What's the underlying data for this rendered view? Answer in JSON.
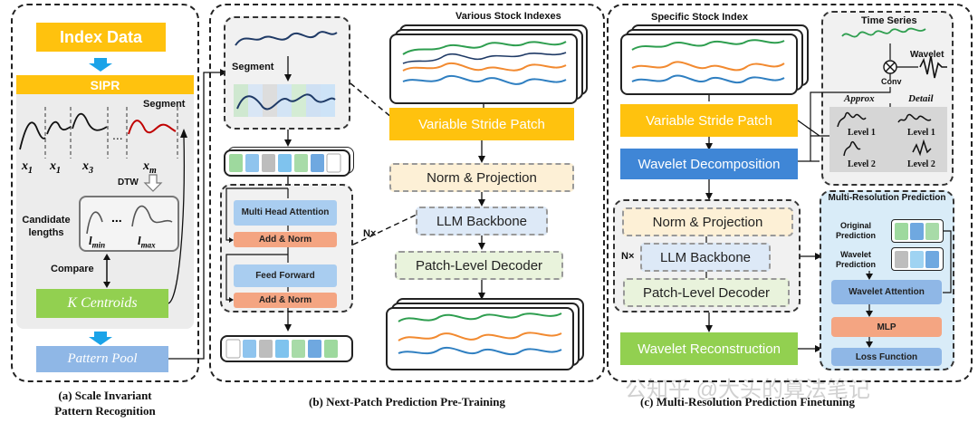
{
  "panel_a": {
    "index_data": "Index Data",
    "sipr": "SIPR",
    "segment": "Segment",
    "x_labels": [
      "x",
      "x",
      "x",
      "x"
    ],
    "x_subs": [
      "1",
      "1",
      "3",
      "m"
    ],
    "dots": "...",
    "dtw": "DTW",
    "candidate_lengths": "Candidate lengths",
    "l_min": "l",
    "l_min_sub": "min",
    "l_max": "l",
    "l_max_sub": "max",
    "compare": "Compare",
    "k_centroids": "K Centroids",
    "pattern_pool": "Pattern Pool",
    "caption_line1": "(a) Scale Invariant",
    "caption_line2": "Pattern Recognition"
  },
  "panel_b": {
    "various_indexes": "Various Stock Indexes",
    "segment": "Segment",
    "multi_head": "Multi Head Attention",
    "add_norm_1": "Add & Norm",
    "feed_forward": "Feed Forward",
    "add_norm_2": "Add & Norm",
    "nx": "N×",
    "variable_stride": "Variable Stride Patch",
    "norm_projection": "Norm & Projection",
    "llm_backbone": "LLM Backbone",
    "patch_decoder": "Patch-Level Decoder",
    "caption": "(b) Next-Patch Prediction Pre-Training"
  },
  "panel_c": {
    "specific_index": "Specific Stock Index",
    "variable_stride": "Variable Stride Patch",
    "wavelet_decomposition": "Wavelet Decomposition",
    "norm_projection": "Norm & Projection",
    "nx": "N×",
    "llm_backbone": "LLM Backbone",
    "patch_decoder": "Patch-Level Decoder",
    "wavelet_reconstruction": "Wavelet Reconstruction",
    "time_series": "Time Series",
    "wavelet": "Wavelet",
    "conv": "Conv",
    "approx": "Approx",
    "detail": "Detail",
    "level1_a": "Level 1",
    "level1_b": "Level 1",
    "level2_a": "Level 2",
    "level2_b": "Level 2",
    "mrp_title": "Multi-Resolution Prediction",
    "original_prediction": "Original Prediction",
    "wavelet_prediction": "Wavelet Prediction",
    "wavelet_attention": "Wavelet Attention",
    "mlp": "MLP",
    "loss_function": "Loss Function",
    "caption": "(c) Multi-Resolution Prediction Finetuning"
  },
  "watermark": "公知乎 @大头的算法笔记",
  "colors": {
    "orange": "#ffc20e",
    "blue": "#3f86d6",
    "green": "#92d050",
    "red_curve": "#c00000",
    "series_green": "#2e9e4f",
    "series_blue": "#2f7fc1",
    "series_orange": "#f28a30",
    "series_navy": "#1f3a66"
  }
}
